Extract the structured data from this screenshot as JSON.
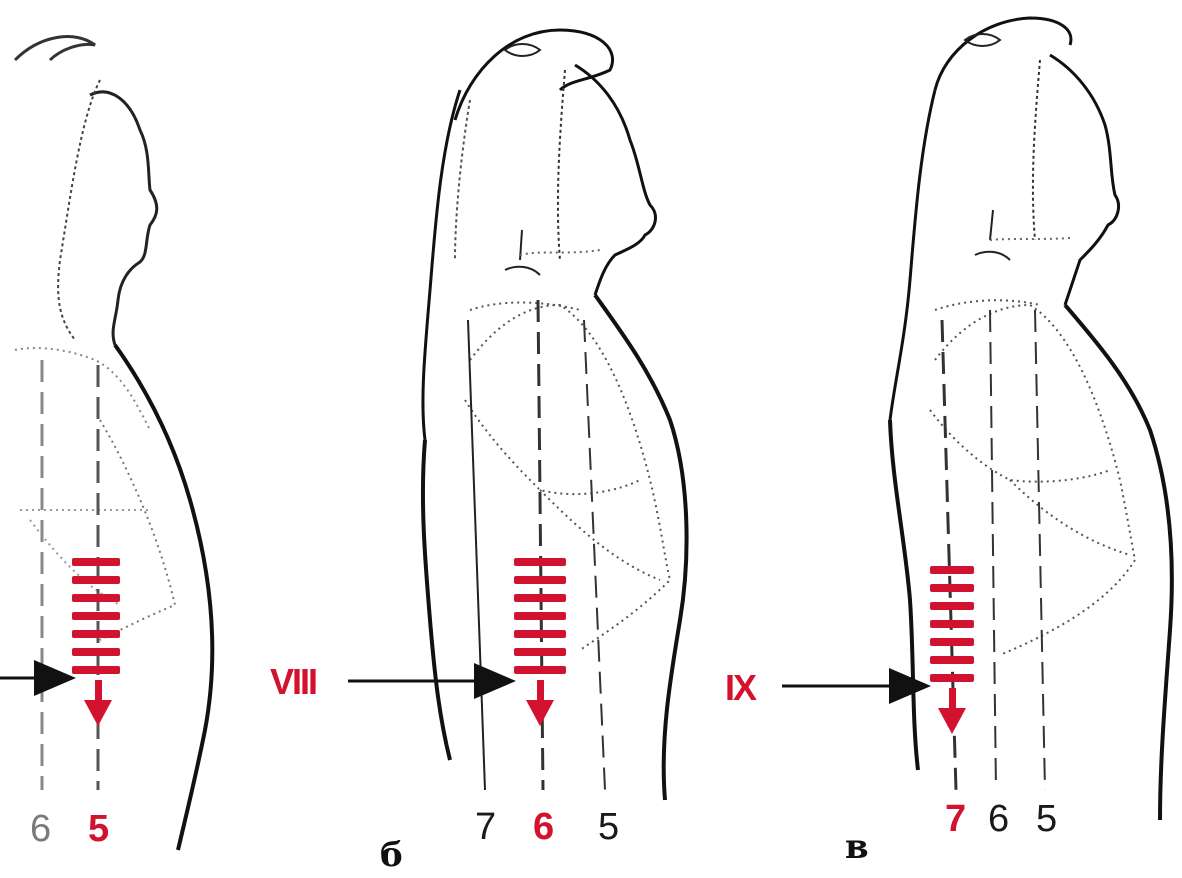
{
  "colors": {
    "accent": "#d2122e",
    "ink": "#1a1a1a",
    "faded": "#7a7a7a"
  },
  "panels": [
    {
      "id": "a",
      "caption": "",
      "numbers": [
        "6",
        "5"
      ],
      "highlight": "5",
      "roman": ""
    },
    {
      "id": "b",
      "caption": "б",
      "numbers": [
        "7",
        "6",
        "5"
      ],
      "highlight": "6",
      "roman": "VIII"
    },
    {
      "id": "c",
      "caption": "в",
      "numbers": [
        "7",
        "6",
        "5"
      ],
      "highlight": "7",
      "roman": "IX"
    }
  ]
}
